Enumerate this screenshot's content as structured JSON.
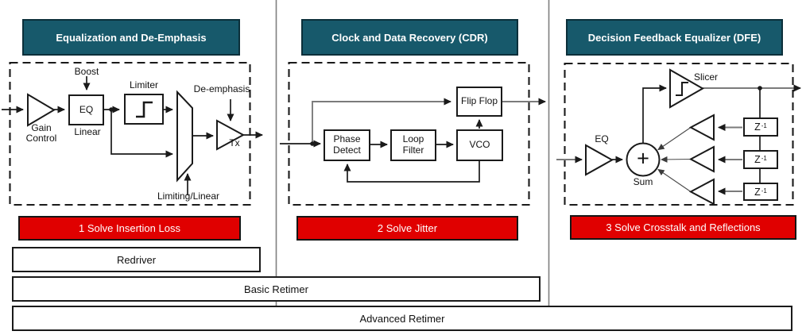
{
  "colors": {
    "header_bg": "#17596B",
    "header_border": "#0B2F3A",
    "banner_bg": "#E00000",
    "banner_border": "#151515",
    "divider": "#7f7f7f"
  },
  "columns": [
    {
      "id": "equalization",
      "header": "Equalization and De-Emphasis",
      "banner": "1 Solve Insertion Loss",
      "labels": {
        "boost": "Boost",
        "gain_control": "Gain\nControl",
        "eq": "EQ",
        "linear": "Linear",
        "limiter": "Limiter",
        "de_emphasis": "De-emphasis",
        "tx": "Tx",
        "limiting_linear": "Limiting/Linear"
      }
    },
    {
      "id": "cdr",
      "header": "Clock and Data Recovery (CDR)",
      "banner": "2 Solve Jitter",
      "labels": {
        "phase_detect": "Phase\nDetect",
        "loop_filter": "Loop\nFilter",
        "vco": "VCO",
        "flip_flop": "Flip Flop"
      }
    },
    {
      "id": "dfe",
      "header": "Decision Feedback Equalizer (DFE)",
      "banner": "3 Solve Crosstalk and Reflections",
      "labels": {
        "eq": "EQ",
        "sum_symbol": "+",
        "sum": "Sum",
        "slicer": "Slicer",
        "delay_base": "Z",
        "delay_exp": "-1"
      }
    }
  ],
  "bars": [
    {
      "label": "Redriver"
    },
    {
      "label": "Basic Retimer"
    },
    {
      "label": "Advanced Retimer"
    }
  ]
}
